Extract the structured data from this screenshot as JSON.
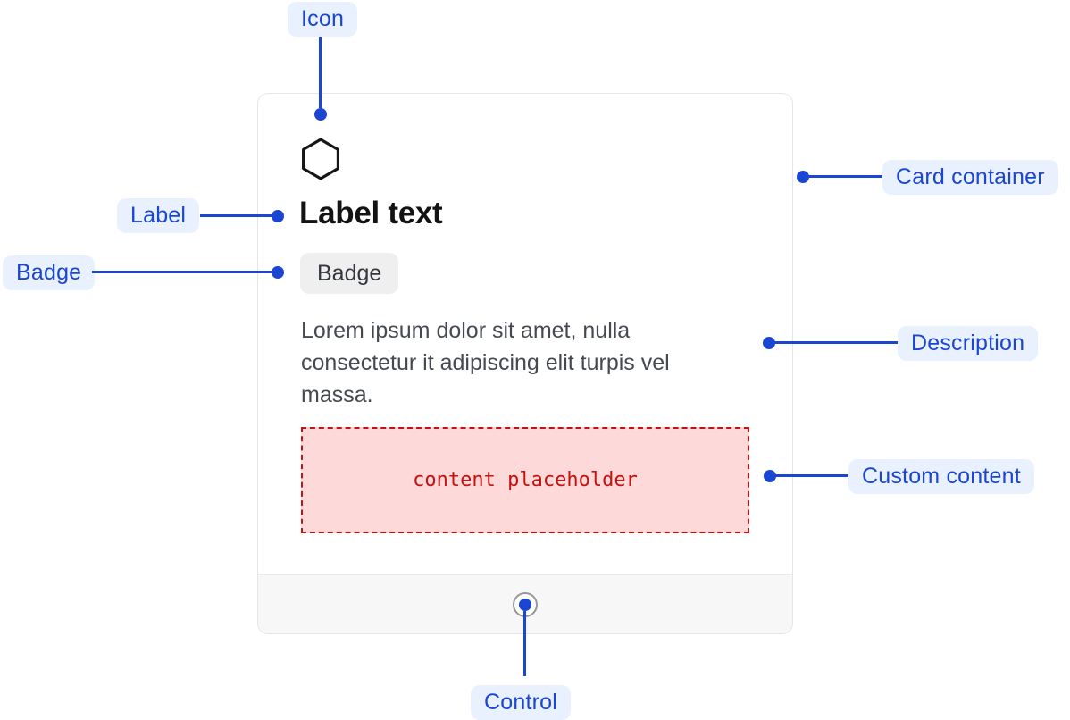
{
  "callouts": {
    "icon": "Icon",
    "label": "Label",
    "badge": "Badge",
    "card_container": "Card container",
    "description": "Description",
    "custom_content": "Custom content",
    "control": "Control"
  },
  "card": {
    "icon": "hexagon-icon",
    "title": "Label text",
    "badge_text": "Badge",
    "description": {
      "line1": "Lorem ipsum dolor sit amet, nulla",
      "line2": "consectetur it adipiscing elit turpis vel",
      "line3": "massa."
    },
    "custom_content_placeholder": "content placeholder",
    "control": "circle-control-icon"
  },
  "colors": {
    "annotation_blue": "#1a46d2",
    "pill_bg": "#e9f1fe",
    "card_bg": "#ffffff",
    "card_border": "#e5e6e9",
    "footer_bg": "#f7f7f8",
    "footer_border": "#eaeaec",
    "badge_bg": "#efefef",
    "badge_text": "#34383e",
    "title_color": "#131316",
    "body_text": "#454a51",
    "icon_stroke": "#161619",
    "placeholder_bg": "#fdd9d9",
    "placeholder_border": "#c41212",
    "placeholder_text": "#c41212",
    "control_border": "#97979c"
  }
}
